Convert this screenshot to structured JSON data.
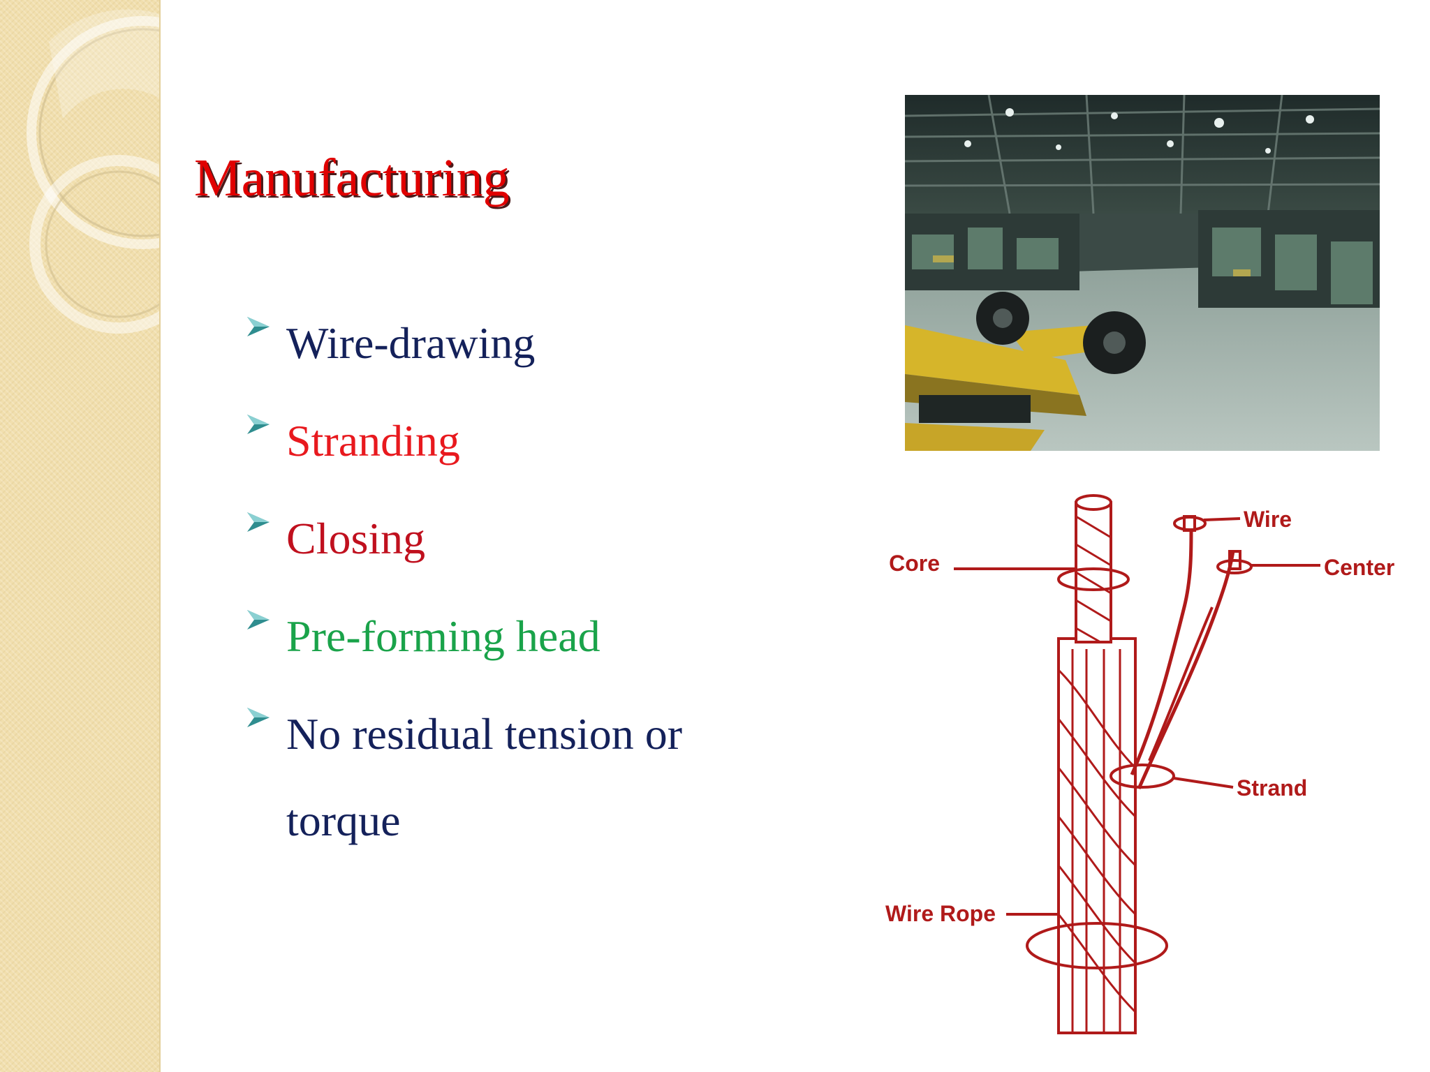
{
  "slide": {
    "title": "Manufacturing",
    "bullets": [
      {
        "text": "Wire-drawing",
        "color": "#14215a"
      },
      {
        "text": "Stranding",
        "color": "#e8191e"
      },
      {
        "text": "Closing",
        "color": "#c0101e"
      },
      {
        "text": "Pre-forming head",
        "color": "#1aa34a"
      },
      {
        "text": "No residual tension or torque",
        "line1": "No residual tension or",
        "line2": "torque",
        "color": "#14215a"
      }
    ],
    "bullet_icon": "chevron-arrow-icon",
    "accent_color": "#e00000"
  },
  "diagram": {
    "labels": {
      "core": "Core",
      "wire": "Wire",
      "center": "Center",
      "strand": "Strand",
      "wire_rope": "Wire Rope"
    },
    "line_color": "#b01a1a"
  },
  "images": {
    "factory_photo": "factory-floor-photo",
    "rope_diagram": "wire-rope-diagram"
  }
}
